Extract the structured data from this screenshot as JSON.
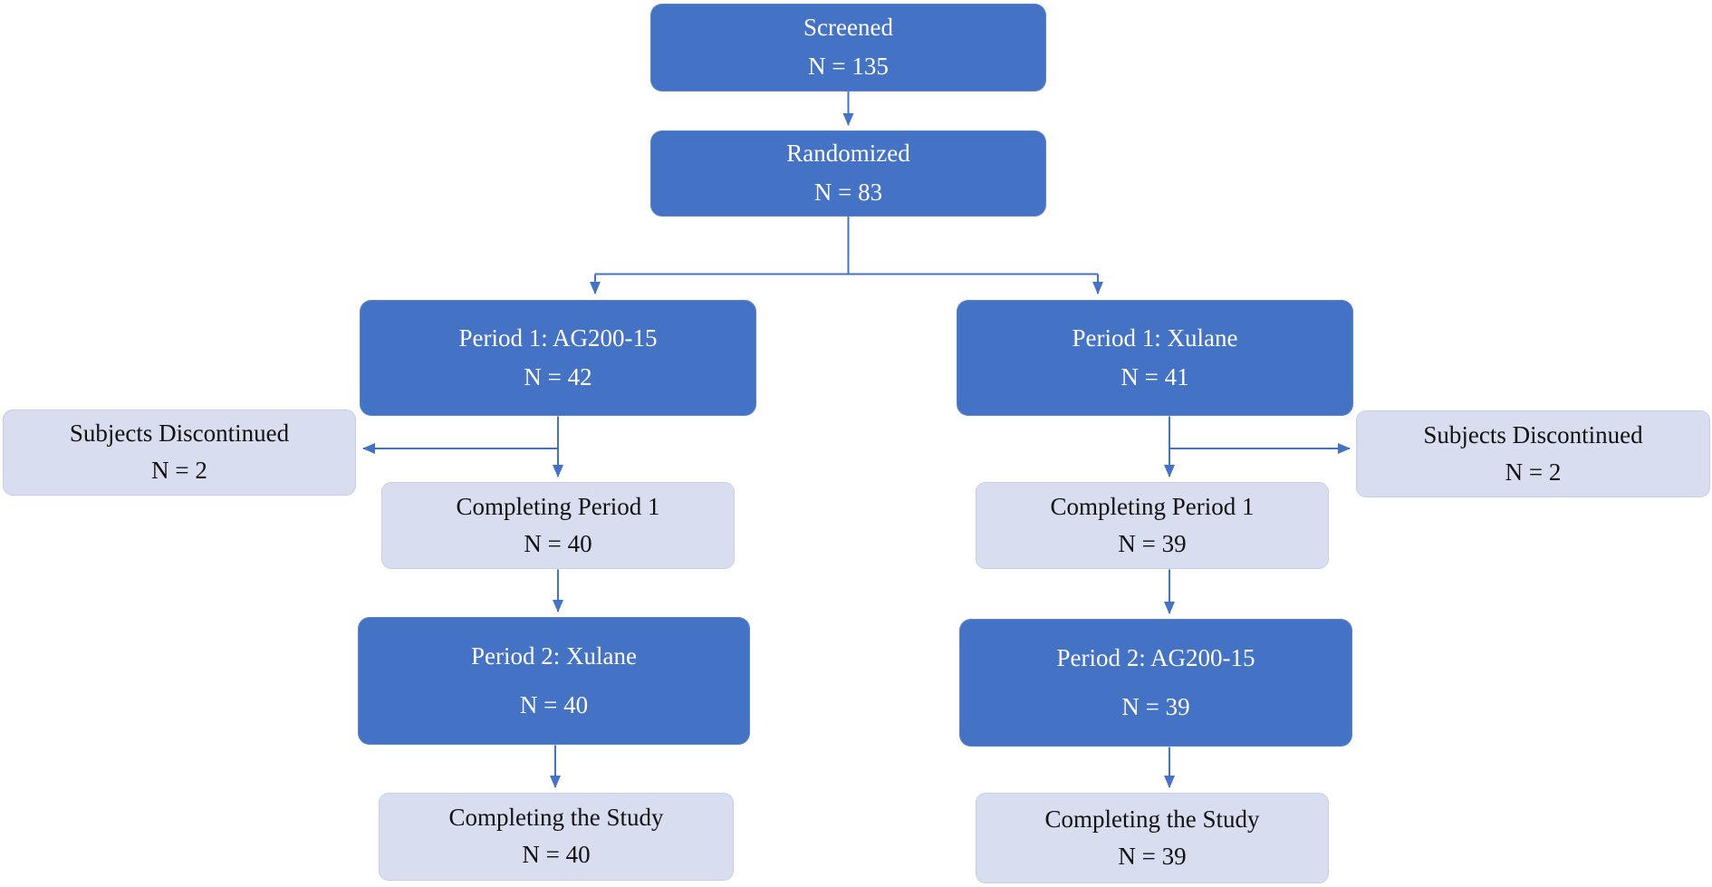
{
  "diagram": {
    "type": "study-disposition-flowchart",
    "colors": {
      "primary_box": "#4472C4",
      "secondary_box": "#D9DDF0",
      "connector": "#4472C4",
      "primary_text": "#FFFFFF",
      "secondary_text": "#111111"
    },
    "nodes": {
      "screened": {
        "label": "Screened",
        "n": "N = 135"
      },
      "randomized": {
        "label": "Randomized",
        "n": "N = 83"
      },
      "left_period1": {
        "label": "Period 1: AG200-15",
        "n": "N = 42"
      },
      "right_period1": {
        "label": "Period 1: Xulane",
        "n": "N = 41"
      },
      "left_discontinued": {
        "label": "Subjects Discontinued",
        "n": "N = 2"
      },
      "right_discontinued": {
        "label": "Subjects Discontinued",
        "n": "N = 2"
      },
      "left_completing_p1": {
        "label": "Completing Period 1",
        "n": "N = 40"
      },
      "right_completing_p1": {
        "label": "Completing Period 1",
        "n": "N = 39"
      },
      "left_period2": {
        "label": "Period 2: Xulane",
        "n": "N = 40"
      },
      "right_period2": {
        "label": "Period 2: AG200-15",
        "n": "N = 39"
      },
      "left_completing_study": {
        "label": "Completing the Study",
        "n": "N = 40"
      },
      "right_completing_study": {
        "label": "Completing the Study",
        "n": "N = 39"
      }
    },
    "edges": [
      {
        "from": "screened",
        "to": "randomized"
      },
      {
        "from": "randomized",
        "to": "left_period1"
      },
      {
        "from": "randomized",
        "to": "right_period1"
      },
      {
        "from": "left_period1",
        "to": "left_discontinued"
      },
      {
        "from": "left_period1",
        "to": "left_completing_p1"
      },
      {
        "from": "right_period1",
        "to": "right_discontinued"
      },
      {
        "from": "right_period1",
        "to": "right_completing_p1"
      },
      {
        "from": "left_completing_p1",
        "to": "left_period2"
      },
      {
        "from": "right_completing_p1",
        "to": "right_period2"
      },
      {
        "from": "left_period2",
        "to": "left_completing_study"
      },
      {
        "from": "right_period2",
        "to": "right_completing_study"
      }
    ]
  }
}
